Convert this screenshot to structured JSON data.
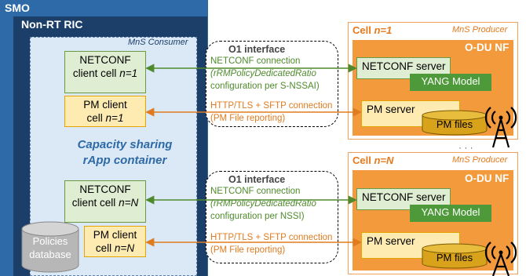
{
  "smo_label": "SMO",
  "ric_label": "Non-RT RIC",
  "consumer_label": "MnS Consumer",
  "rapp_label": [
    "Capacity sharing",
    "rApp container"
  ],
  "db_label": [
    "Policies",
    "database"
  ],
  "cells": [
    {
      "netconf_client": [
        "NETCONF",
        "client cell "
      ],
      "cell_index": "n=1",
      "pm_client": [
        "PM client",
        "cell "
      ],
      "o1": {
        "title": "O1 interface",
        "netconf_line1": "NETCONF connection",
        "netconf_line2": "(rRMPolicyDedicatedRatio",
        "netconf_line3": "configuration per S-NSSAI)",
        "pm_line1": "HTTP/TLS + SFTP connection",
        "pm_line2": "(PM File reporting)"
      },
      "cell_label": "Cell ",
      "producer_label": "MnS Producer",
      "odu_label": "O-DU NF",
      "netconf_server": "NETCONF server",
      "yang": "YANG Model",
      "pm_server": "PM server",
      "pm_files": "PM files"
    },
    {
      "netconf_client": [
        "NETCONF",
        "client cell "
      ],
      "cell_index": "n=N",
      "pm_client": [
        "PM client",
        "cell "
      ],
      "o1": {
        "title": "O1 interface",
        "netconf_line1": "NETCONF connection",
        "netconf_line2": "(rRMPolicyDedicatedRatio",
        "netconf_line3": "configuration per NSSI)",
        "pm_line1": "HTTP/TLS + SFTP connection",
        "pm_line2": "(PM File reporting)"
      },
      "cell_label": "Cell ",
      "producer_label": "MnS Producer",
      "odu_label": "O-DU NF",
      "netconf_server": "NETCONF server",
      "yang": "YANG Model",
      "pm_server": "PM server",
      "pm_files": "PM files"
    }
  ],
  "ellipsis": "· · ·",
  "colors": {
    "smo": "#2e6aa7",
    "ric": "#1c3f6a",
    "netconf": "#4e8a2c",
    "pm": "#e07b1f",
    "odu": "#f39a3d"
  }
}
